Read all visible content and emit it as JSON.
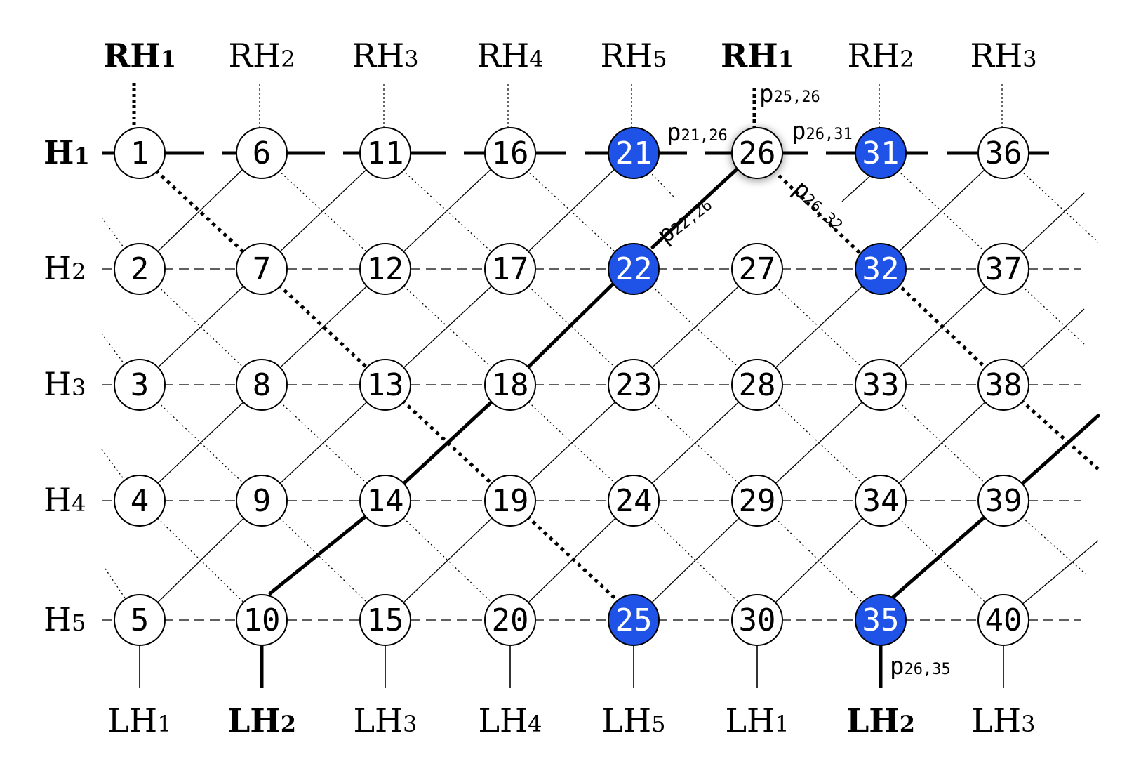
{
  "colors": {
    "highlight": "#1f52e6",
    "line": "#000000",
    "background": "#ffffff"
  },
  "top_labels": [
    {
      "text": "RH",
      "sub": "1",
      "bold": true
    },
    {
      "text": "RH",
      "sub": "2",
      "bold": false
    },
    {
      "text": "RH",
      "sub": "3",
      "bold": false
    },
    {
      "text": "RH",
      "sub": "4",
      "bold": false
    },
    {
      "text": "RH",
      "sub": "5",
      "bold": false
    },
    {
      "text": "RH",
      "sub": "1",
      "bold": true
    },
    {
      "text": "RH",
      "sub": "2",
      "bold": false
    },
    {
      "text": "RH",
      "sub": "3",
      "bold": false
    }
  ],
  "bottom_labels": [
    {
      "text": "LH",
      "sub": "1",
      "bold": false
    },
    {
      "text": "LH",
      "sub": "2",
      "bold": true
    },
    {
      "text": "LH",
      "sub": "3",
      "bold": false
    },
    {
      "text": "LH",
      "sub": "4",
      "bold": false
    },
    {
      "text": "LH",
      "sub": "5",
      "bold": false
    },
    {
      "text": "LH",
      "sub": "1",
      "bold": false
    },
    {
      "text": "LH",
      "sub": "2",
      "bold": true
    },
    {
      "text": "LH",
      "sub": "3",
      "bold": false
    }
  ],
  "row_labels": [
    {
      "text": "H",
      "sub": "1",
      "bold": true
    },
    {
      "text": "H",
      "sub": "2",
      "bold": false
    },
    {
      "text": "H",
      "sub": "3",
      "bold": false
    },
    {
      "text": "H",
      "sub": "4",
      "bold": false
    },
    {
      "text": "H",
      "sub": "5",
      "bold": false
    }
  ],
  "nodes": [
    [
      "1",
      "2",
      "3",
      "4",
      "5"
    ],
    [
      "6",
      "7",
      "8",
      "9",
      "10"
    ],
    [
      "11",
      "12",
      "13",
      "14",
      "15"
    ],
    [
      "16",
      "17",
      "18",
      "19",
      "20"
    ],
    [
      "21",
      "22",
      "23",
      "24",
      "25"
    ],
    [
      "26",
      "27",
      "28",
      "29",
      "30"
    ],
    [
      "31",
      "32",
      "33",
      "34",
      "35"
    ],
    [
      "36",
      "37",
      "38",
      "39",
      "40"
    ]
  ],
  "highlighted_nodes": [
    "21",
    "22",
    "25",
    "31",
    "32",
    "35"
  ],
  "focus_node": "26",
  "path_labels": [
    {
      "text": "p",
      "sub": "25,26"
    },
    {
      "text": "p",
      "sub": "21,26"
    },
    {
      "text": "p",
      "sub": "26,31"
    },
    {
      "text": "p",
      "sub": "22,26"
    },
    {
      "text": "p",
      "sub": "26,32"
    },
    {
      "text": "p",
      "sub": "26,35"
    }
  ]
}
